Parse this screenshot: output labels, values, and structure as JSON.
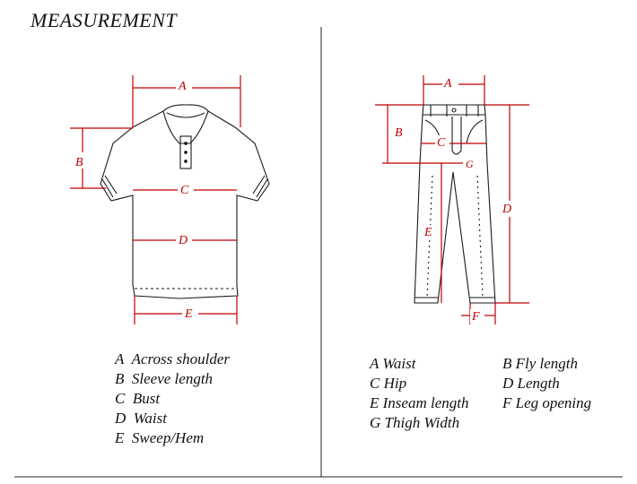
{
  "title": "MEASUREMENT",
  "shirt": {
    "marks": [
      "A",
      "B",
      "C",
      "D",
      "E"
    ],
    "legend": [
      {
        "key": "A",
        "text": "Across shoulder"
      },
      {
        "key": "B",
        "text": "Sleeve length"
      },
      {
        "key": "C",
        "text": "Bust"
      },
      {
        "key": "D",
        "text": "Waist"
      },
      {
        "key": "E",
        "text": "Sweep/Hem"
      }
    ]
  },
  "pants": {
    "marks": [
      "A",
      "B",
      "C",
      "G",
      "D",
      "E",
      "F"
    ],
    "legend_rows": [
      {
        "left": "A  Waist",
        "right": "B  Fly length"
      },
      {
        "left": "C  Hip",
        "right": "D  Length"
      },
      {
        "left": "E  Inseam length",
        "right": "F Leg opening"
      },
      {
        "left": "G Thigh Width",
        "right": ""
      }
    ]
  },
  "colors": {
    "measure": "#c00000",
    "outline": "#1a1a1a"
  }
}
